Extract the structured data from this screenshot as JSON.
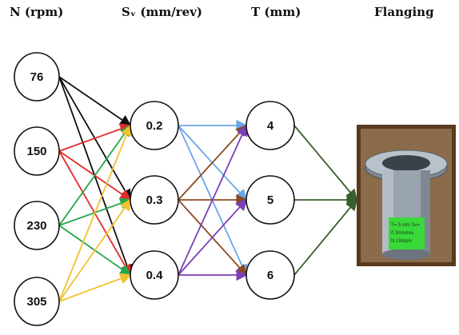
{
  "headers": {
    "n": "N (rpm)",
    "sv": "Sᵥ (mm/rev)",
    "t": "T (mm)",
    "result": "Flanging"
  },
  "layers": {
    "n": [
      "76",
      "150",
      "230",
      "305"
    ],
    "sv": [
      "0.2",
      "0.3",
      "0.4"
    ],
    "t": [
      "4",
      "5",
      "6"
    ]
  },
  "colors": {
    "n_edges": [
      "#111111",
      "#e52b2b",
      "#22a84a",
      "#f2c12e"
    ],
    "sv_edges": [
      "#6aa6e8",
      "#8b4a1f",
      "#7b3fb6"
    ],
    "t_edges": "#3b5e2b",
    "photo_frame": "#5a3a1e",
    "photo_background": "#8a6b4a",
    "cup_metal": "#9aa4ae",
    "label_green": "#39d93a"
  },
  "photo": {
    "label_lines": [
      "T= 5 mm Sv=",
      "0.3mm/rev",
      "N 150rpm"
    ]
  }
}
